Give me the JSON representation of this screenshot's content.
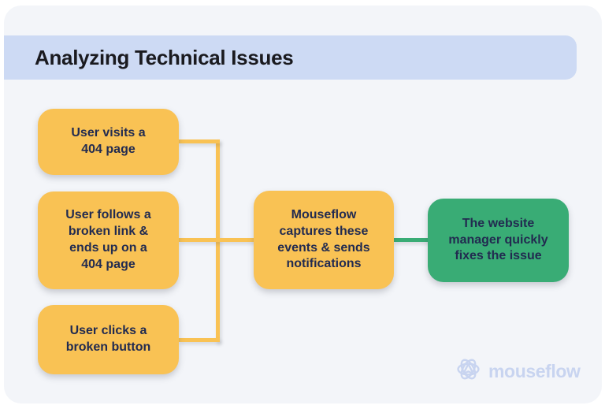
{
  "title": "Analyzing Technical Issues",
  "nodes": {
    "visit_404": {
      "label": "User visits a\n404 page",
      "color": "#F9C254"
    },
    "broken_link": {
      "label": "User follows a\nbroken link &\nends up on a\n404 page",
      "color": "#F9C254"
    },
    "broken_button": {
      "label": "User clicks a\nbroken button",
      "color": "#F9C254"
    },
    "mouseflow_captures": {
      "label": "Mouseflow\ncaptures these\nevents & sends\nnotifications",
      "color": "#F9C254"
    },
    "manager_fixes": {
      "label": "The website\nmanager quickly\nfixes the issue",
      "color": "#39AC75"
    }
  },
  "branding": {
    "logo_text": "mouseflow",
    "logo_color": "#C8D4F0"
  },
  "colors": {
    "card_background": "#F3F5F9",
    "banner_background": "#CDDAF4",
    "node_yellow": "#F9C254",
    "node_green": "#39AC75",
    "node_text": "#222B50",
    "title_text": "#1A1A1F"
  }
}
